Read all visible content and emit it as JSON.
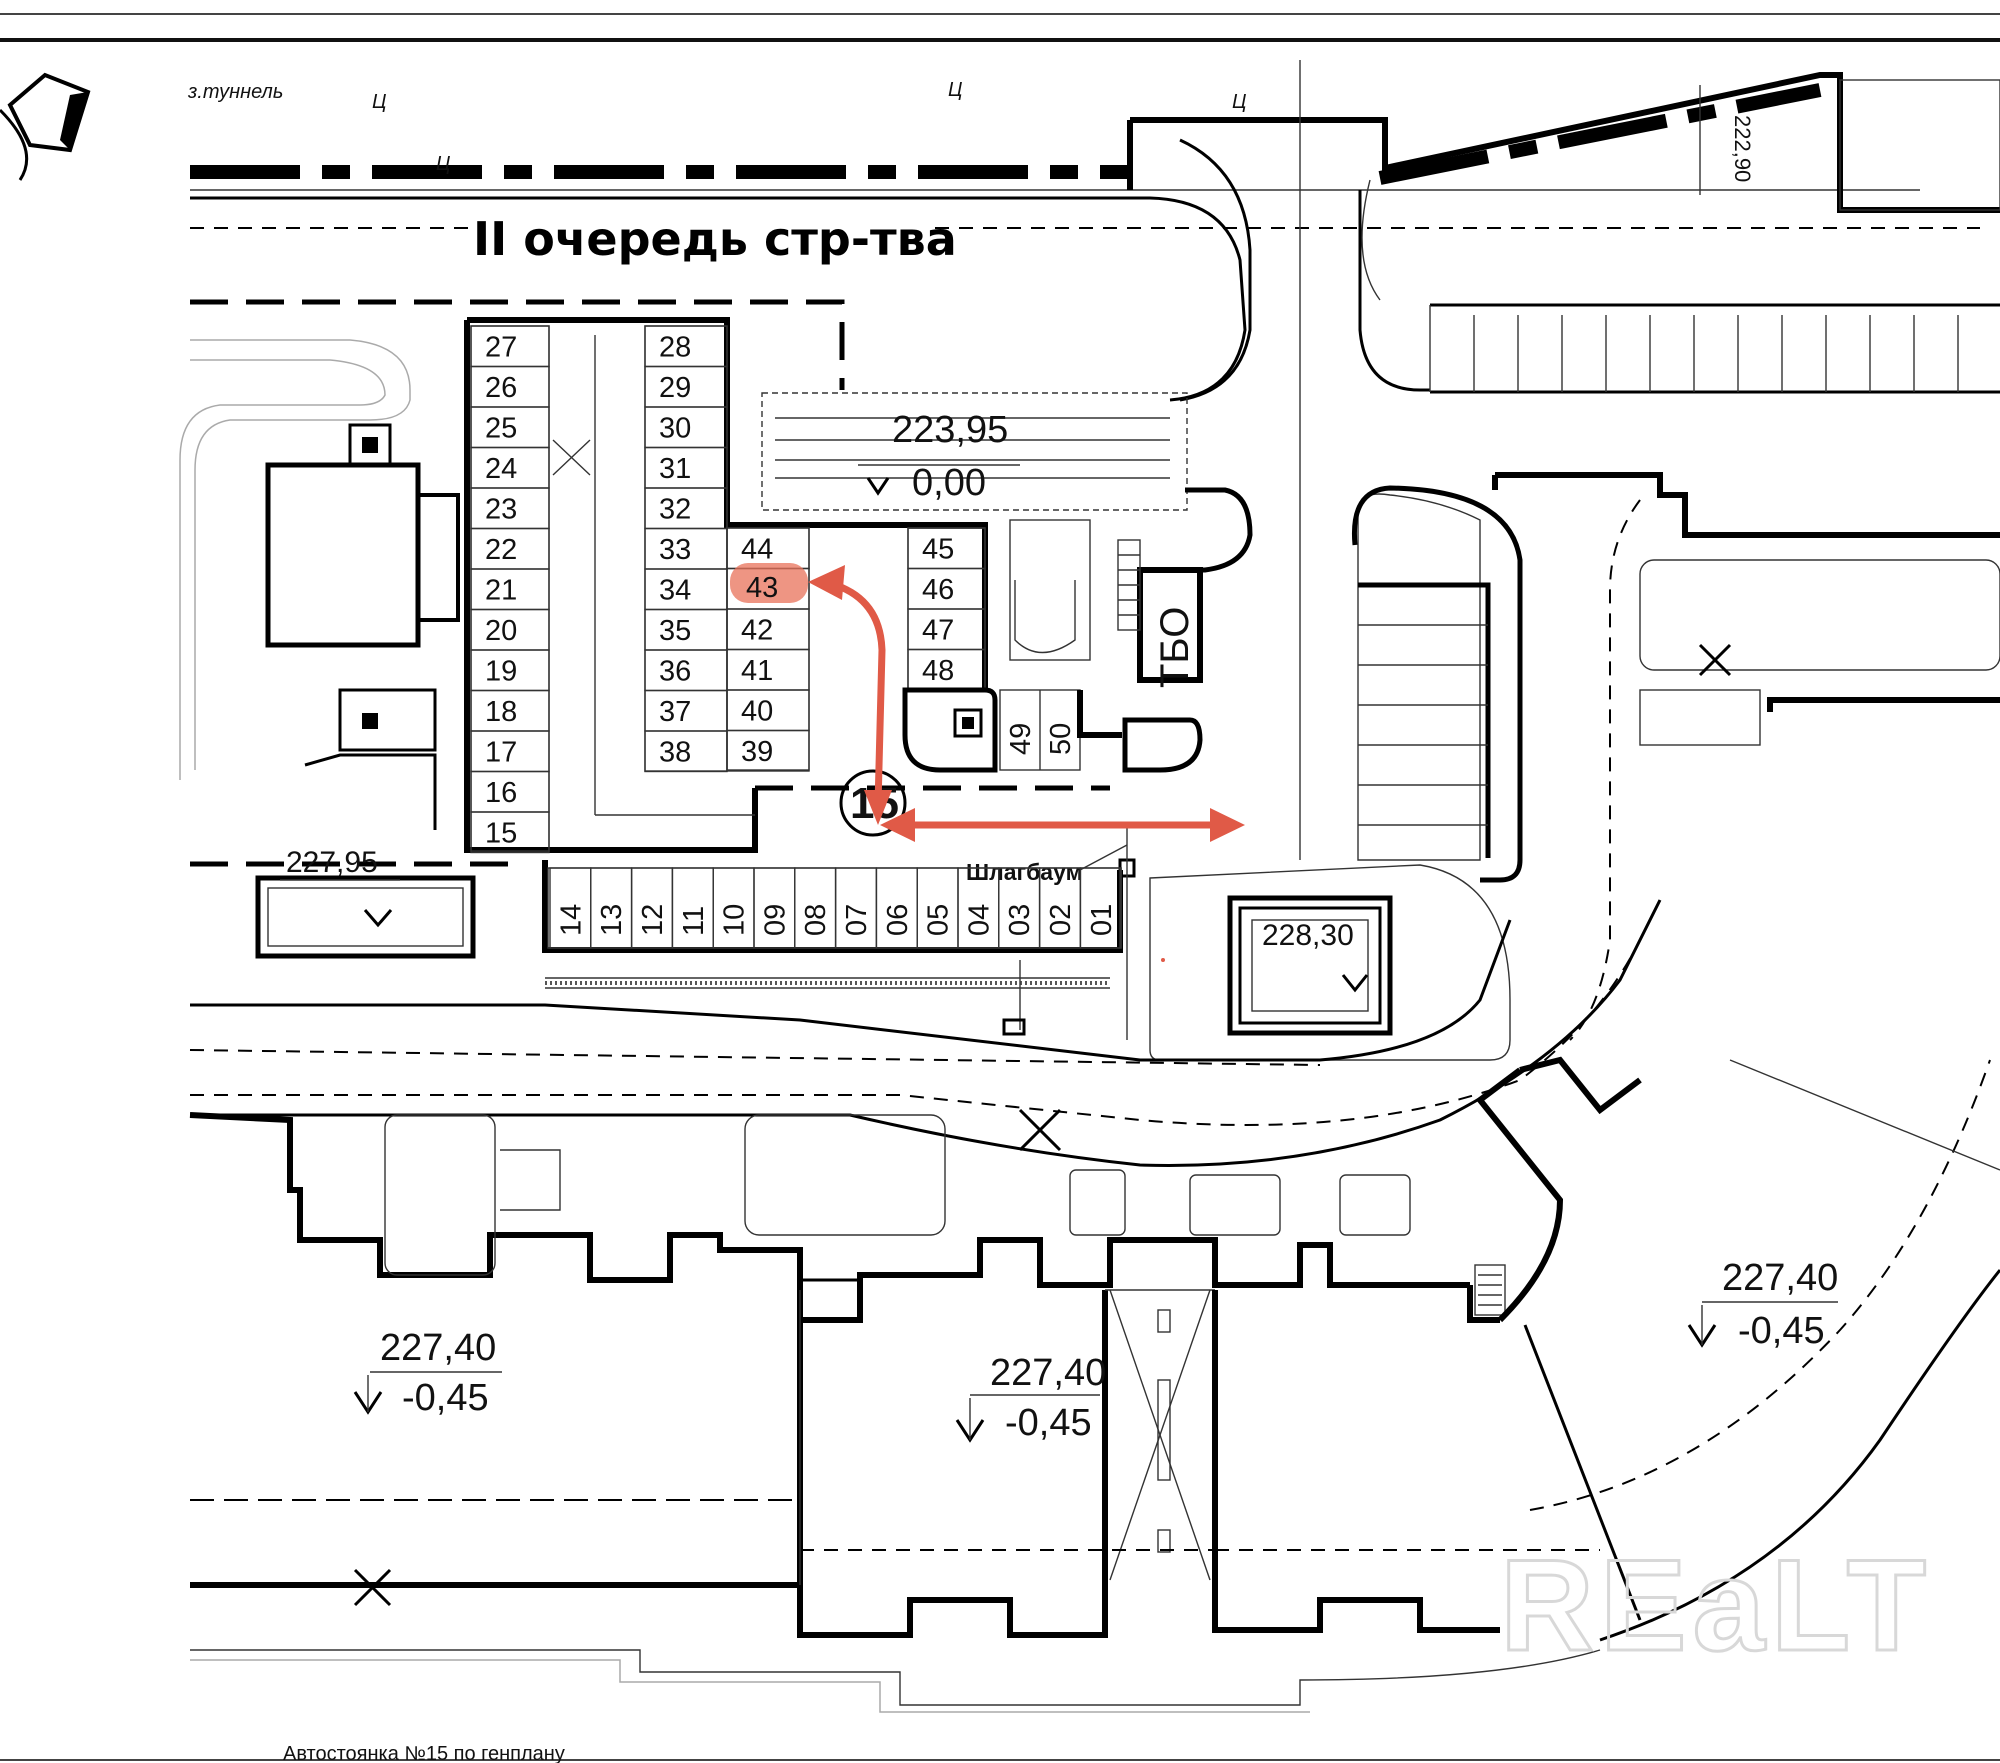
{
  "title": "II очередь стр-тва",
  "top_note": "з.туннель",
  "footer_caption": "Автостоянка №15 по генплану",
  "watermark": "REaLT",
  "grid_marks": [
    "Ц",
    "Ц",
    "Ц",
    "Ц"
  ],
  "parking_number": "15",
  "barrier_label": "Шлагбаум",
  "waste_label": "ТБО",
  "highlight_color": "#e8725a",
  "arrow_color": "#e05a47",
  "highlighted_space": "43",
  "spaces": {
    "col_a": [
      "27",
      "26",
      "25",
      "24",
      "23",
      "22",
      "21",
      "20",
      "19",
      "18",
      "17",
      "16",
      "15"
    ],
    "col_b": [
      "28",
      "29",
      "30",
      "31",
      "32",
      "33",
      "34",
      "35",
      "36",
      "37",
      "38"
    ],
    "col_c": [
      "44",
      "43",
      "42",
      "41",
      "40",
      "39"
    ],
    "col_d": [
      "45",
      "46",
      "47",
      "48"
    ],
    "pair": [
      "49",
      "50"
    ],
    "bottom_row": [
      "14",
      "13",
      "12",
      "11",
      "10",
      "09",
      "08",
      "07",
      "06",
      "05",
      "04",
      "03",
      "02",
      "01"
    ]
  },
  "elevations": {
    "ramp_top": "223,95",
    "ramp_bottom": "0,00",
    "left_block": "227,95",
    "right_block": "228,30",
    "top_right": "222,90",
    "building_left_top": "227,40",
    "building_left_bottom": "-0,45",
    "building_mid_top": "227,40",
    "building_mid_bottom": "-0,45",
    "building_right_top": "227,40",
    "building_right_bottom": "-0,45"
  }
}
